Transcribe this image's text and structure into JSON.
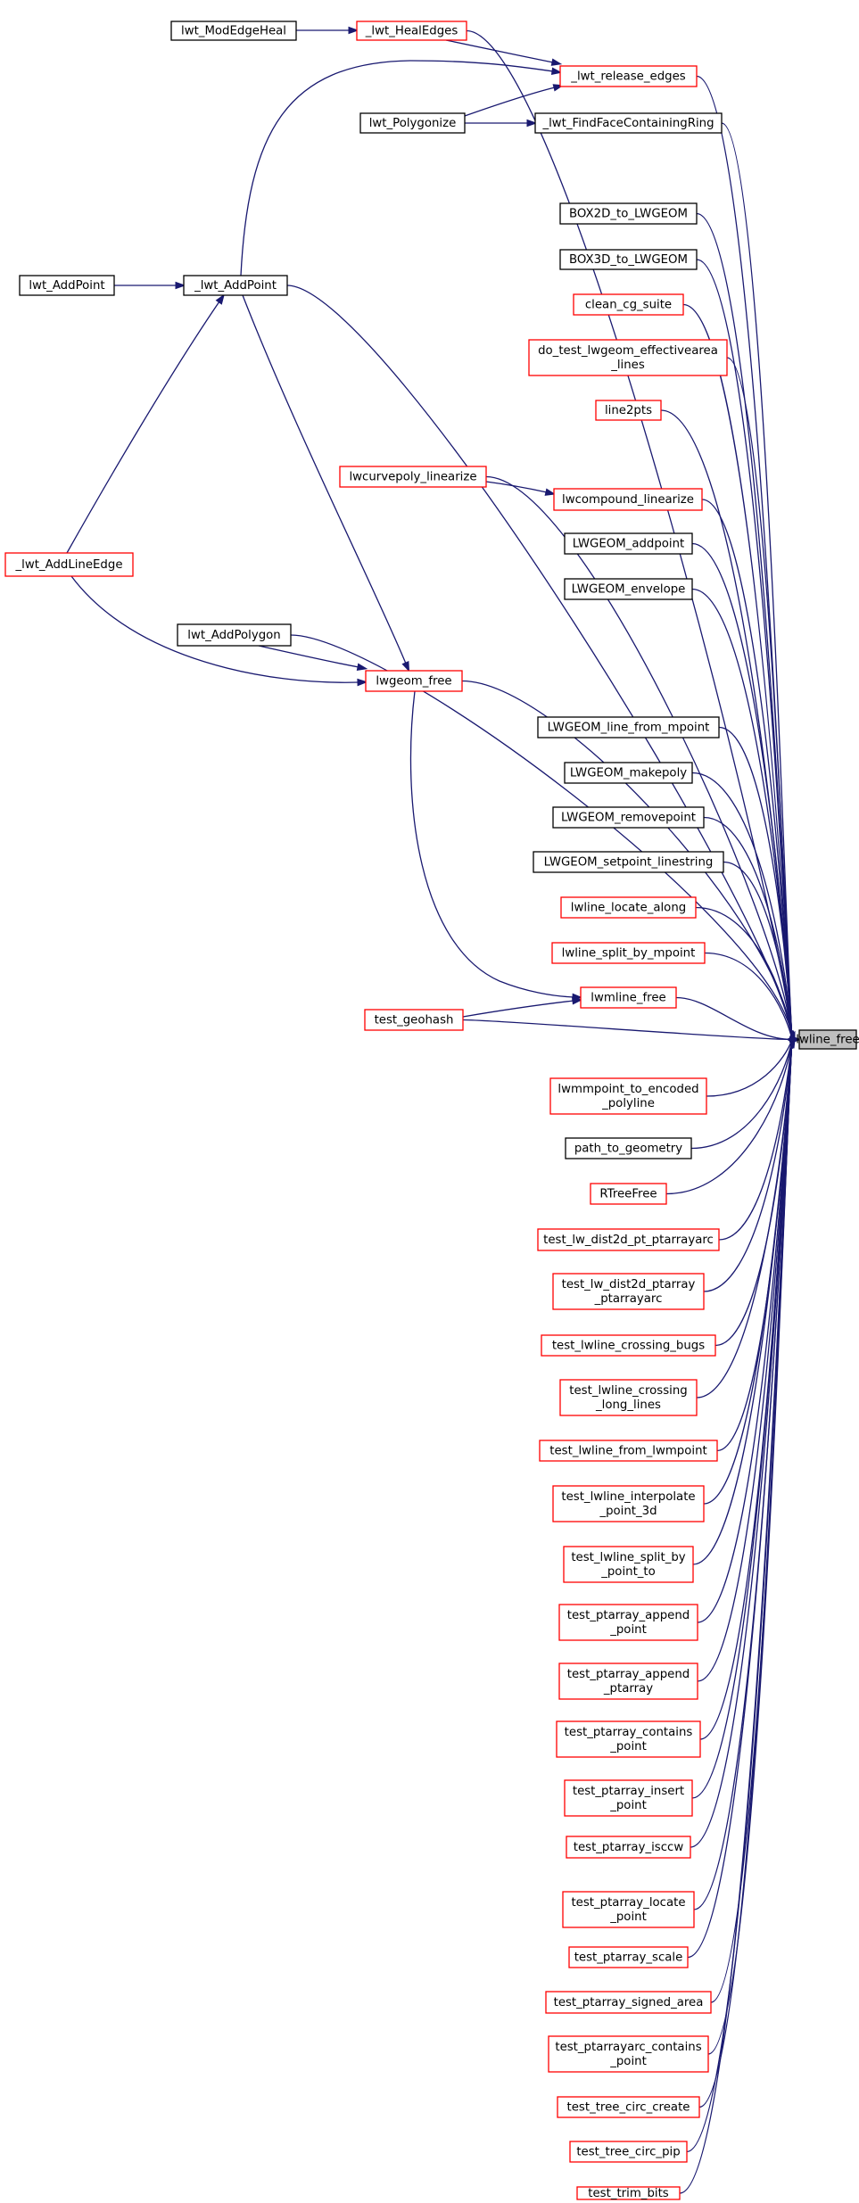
{
  "title": "lwline_free",
  "colors": {
    "edge": "#191970",
    "undocumented_border": "#ff0000",
    "documented_border": "#000000",
    "target_fill": "#bfbfbf",
    "node_fill": "#ffffff"
  },
  "nodes": [
    {
      "id": "lwline_free",
      "lines": [
        "lwline_free"
      ],
      "kind": "target"
    },
    {
      "id": "lwt_ModEdgeHeal",
      "lines": [
        "lwt_ModEdgeHeal"
      ],
      "kind": "documented"
    },
    {
      "id": "_lwt_HealEdges",
      "lines": [
        "_lwt_HealEdges"
      ],
      "kind": "undocumented"
    },
    {
      "id": "_lwt_release_edges",
      "lines": [
        "_lwt_release_edges"
      ],
      "kind": "undocumented"
    },
    {
      "id": "lwt_Polygonize",
      "lines": [
        "lwt_Polygonize"
      ],
      "kind": "documented"
    },
    {
      "id": "_lwt_FindFaceContainingRing",
      "lines": [
        "_lwt_FindFaceContainingRing"
      ],
      "kind": "documented"
    },
    {
      "id": "lwt_AddPoint",
      "lines": [
        "lwt_AddPoint"
      ],
      "kind": "documented"
    },
    {
      "id": "_lwt_AddPoint",
      "lines": [
        "_lwt_AddPoint"
      ],
      "kind": "documented"
    },
    {
      "id": "BOX2D_to_LWGEOM",
      "lines": [
        "BOX2D_to_LWGEOM"
      ],
      "kind": "documented"
    },
    {
      "id": "BOX3D_to_LWGEOM",
      "lines": [
        "BOX3D_to_LWGEOM"
      ],
      "kind": "documented"
    },
    {
      "id": "clean_cg_suite",
      "lines": [
        "clean_cg_suite"
      ],
      "kind": "undocumented"
    },
    {
      "id": "do_test_lwgeom_effectivearea_lines",
      "lines": [
        "do_test_lwgeom_effectivearea",
        "_lines"
      ],
      "kind": "undocumented"
    },
    {
      "id": "line2pts",
      "lines": [
        "line2pts"
      ],
      "kind": "undocumented"
    },
    {
      "id": "lwcurvepoly_linearize",
      "lines": [
        "lwcurvepoly_linearize"
      ],
      "kind": "undocumented"
    },
    {
      "id": "lwcompound_linearize",
      "lines": [
        "lwcompound_linearize"
      ],
      "kind": "undocumented"
    },
    {
      "id": "LWGEOM_addpoint",
      "lines": [
        "LWGEOM_addpoint"
      ],
      "kind": "documented"
    },
    {
      "id": "LWGEOM_envelope",
      "lines": [
        "LWGEOM_envelope"
      ],
      "kind": "documented"
    },
    {
      "id": "_lwt_AddLineEdge",
      "lines": [
        "_lwt_AddLineEdge"
      ],
      "kind": "undocumented"
    },
    {
      "id": "lwt_AddPolygon",
      "lines": [
        "lwt_AddPolygon"
      ],
      "kind": "documented"
    },
    {
      "id": "lwgeom_free",
      "lines": [
        "lwgeom_free"
      ],
      "kind": "undocumented"
    },
    {
      "id": "LWGEOM_line_from_mpoint",
      "lines": [
        "LWGEOM_line_from_mpoint"
      ],
      "kind": "documented"
    },
    {
      "id": "LWGEOM_makepoly",
      "lines": [
        "LWGEOM_makepoly"
      ],
      "kind": "documented"
    },
    {
      "id": "LWGEOM_removepoint",
      "lines": [
        "LWGEOM_removepoint"
      ],
      "kind": "documented"
    },
    {
      "id": "LWGEOM_setpoint_linestring",
      "lines": [
        "LWGEOM_setpoint_linestring"
      ],
      "kind": "documented"
    },
    {
      "id": "lwline_locate_along",
      "lines": [
        "lwline_locate_along"
      ],
      "kind": "undocumented"
    },
    {
      "id": "lwline_split_by_mpoint",
      "lines": [
        "lwline_split_by_mpoint"
      ],
      "kind": "undocumented"
    },
    {
      "id": "lwmline_free",
      "lines": [
        "lwmline_free"
      ],
      "kind": "undocumented"
    },
    {
      "id": "test_geohash",
      "lines": [
        "test_geohash"
      ],
      "kind": "undocumented"
    },
    {
      "id": "lwmmpoint_to_encoded_polyline",
      "lines": [
        "lwmmpoint_to_encoded",
        "_polyline"
      ],
      "kind": "undocumented"
    },
    {
      "id": "path_to_geometry",
      "lines": [
        "path_to_geometry"
      ],
      "kind": "documented"
    },
    {
      "id": "RTreeFree",
      "lines": [
        "RTreeFree"
      ],
      "kind": "undocumented"
    },
    {
      "id": "test_lw_dist2d_pt_ptarrayarc",
      "lines": [
        "test_lw_dist2d_pt_ptarrayarc"
      ],
      "kind": "undocumented"
    },
    {
      "id": "test_lw_dist2d_ptarray_ptarrayarc",
      "lines": [
        "test_lw_dist2d_ptarray",
        "_ptarrayarc"
      ],
      "kind": "undocumented"
    },
    {
      "id": "test_lwline_crossing_bugs",
      "lines": [
        "test_lwline_crossing_bugs"
      ],
      "kind": "undocumented"
    },
    {
      "id": "test_lwline_crossing_long_lines",
      "lines": [
        "test_lwline_crossing",
        "_long_lines"
      ],
      "kind": "undocumented"
    },
    {
      "id": "test_lwline_from_lwmpoint",
      "lines": [
        "test_lwline_from_lwmpoint"
      ],
      "kind": "undocumented"
    },
    {
      "id": "test_lwline_interpolate_point_3d",
      "lines": [
        "test_lwline_interpolate",
        "_point_3d"
      ],
      "kind": "undocumented"
    },
    {
      "id": "test_lwline_split_by_point_to",
      "lines": [
        "test_lwline_split_by",
        "_point_to"
      ],
      "kind": "undocumented"
    },
    {
      "id": "test_ptarray_append_point",
      "lines": [
        "test_ptarray_append",
        "_point"
      ],
      "kind": "undocumented"
    },
    {
      "id": "test_ptarray_append_ptarray",
      "lines": [
        "test_ptarray_append",
        "_ptarray"
      ],
      "kind": "undocumented"
    },
    {
      "id": "test_ptarray_contains_point",
      "lines": [
        "test_ptarray_contains",
        "_point"
      ],
      "kind": "undocumented"
    },
    {
      "id": "test_ptarray_insert_point",
      "lines": [
        "test_ptarray_insert",
        "_point"
      ],
      "kind": "undocumented"
    },
    {
      "id": "test_ptarray_isccw",
      "lines": [
        "test_ptarray_isccw"
      ],
      "kind": "undocumented"
    },
    {
      "id": "test_ptarray_locate_point",
      "lines": [
        "test_ptarray_locate",
        "_point"
      ],
      "kind": "undocumented"
    },
    {
      "id": "test_ptarray_scale",
      "lines": [
        "test_ptarray_scale"
      ],
      "kind": "undocumented"
    },
    {
      "id": "test_ptarray_signed_area",
      "lines": [
        "test_ptarray_signed_area"
      ],
      "kind": "undocumented"
    },
    {
      "id": "test_ptarrayarc_contains_point",
      "lines": [
        "test_ptarrayarc_contains",
        "_point"
      ],
      "kind": "undocumented"
    },
    {
      "id": "test_tree_circ_create",
      "lines": [
        "test_tree_circ_create"
      ],
      "kind": "undocumented"
    },
    {
      "id": "test_tree_circ_pip",
      "lines": [
        "test_tree_circ_pip"
      ],
      "kind": "undocumented"
    },
    {
      "id": "test_trim_bits",
      "lines": [
        "test_trim_bits"
      ],
      "kind": "undocumented"
    }
  ],
  "edges": [
    {
      "from": "lwt_ModEdgeHeal",
      "to": "_lwt_HealEdges"
    },
    {
      "from": "_lwt_HealEdges",
      "to": "_lwt_release_edges"
    },
    {
      "from": "_lwt_HealEdges",
      "to": "lwline_free"
    },
    {
      "from": "lwt_Polygonize",
      "to": "_lwt_release_edges"
    },
    {
      "from": "lwt_Polygonize",
      "to": "_lwt_FindFaceContainingRing"
    },
    {
      "from": "_lwt_FindFaceContainingRing",
      "to": "lwline_free"
    },
    {
      "from": "_lwt_release_edges",
      "to": "lwline_free"
    },
    {
      "from": "_lwt_AddPoint",
      "to": "_lwt_release_edges"
    },
    {
      "from": "_lwt_AddPoint",
      "to": "lwline_free"
    },
    {
      "from": "_lwt_AddPoint",
      "to": "lwgeom_free"
    },
    {
      "from": "lwt_AddPoint",
      "to": "_lwt_AddPoint"
    },
    {
      "from": "_lwt_AddLineEdge",
      "to": "_lwt_AddPoint"
    },
    {
      "from": "_lwt_AddLineEdge",
      "to": "lwgeom_free"
    },
    {
      "from": "BOX2D_to_LWGEOM",
      "to": "lwline_free"
    },
    {
      "from": "BOX3D_to_LWGEOM",
      "to": "lwline_free"
    },
    {
      "from": "clean_cg_suite",
      "to": "lwline_free"
    },
    {
      "from": "do_test_lwgeom_effectivearea_lines",
      "to": "lwline_free"
    },
    {
      "from": "line2pts",
      "to": "lwline_free"
    },
    {
      "from": "lwcurvepoly_linearize",
      "to": "lwcompound_linearize"
    },
    {
      "from": "lwcurvepoly_linearize",
      "to": "lwline_free"
    },
    {
      "from": "lwcompound_linearize",
      "to": "lwline_free"
    },
    {
      "from": "LWGEOM_addpoint",
      "to": "lwline_free"
    },
    {
      "from": "LWGEOM_envelope",
      "to": "lwline_free"
    },
    {
      "from": "lwt_AddPolygon",
      "to": "lwline_free"
    },
    {
      "from": "lwt_AddPolygon",
      "to": "lwgeom_free"
    },
    {
      "from": "lwgeom_free",
      "to": "lwline_free"
    },
    {
      "from": "lwgeom_free",
      "to": "lwmline_free"
    },
    {
      "from": "LWGEOM_line_from_mpoint",
      "to": "lwline_free"
    },
    {
      "from": "LWGEOM_makepoly",
      "to": "lwline_free"
    },
    {
      "from": "LWGEOM_removepoint",
      "to": "lwline_free"
    },
    {
      "from": "LWGEOM_setpoint_linestring",
      "to": "lwline_free"
    },
    {
      "from": "lwline_locate_along",
      "to": "lwline_free"
    },
    {
      "from": "lwline_split_by_mpoint",
      "to": "lwline_free"
    },
    {
      "from": "lwmline_free",
      "to": "lwline_free"
    },
    {
      "from": "test_geohash",
      "to": "lwmline_free"
    },
    {
      "from": "test_geohash",
      "to": "lwline_free"
    },
    {
      "from": "lwmmpoint_to_encoded_polyline",
      "to": "lwline_free"
    },
    {
      "from": "path_to_geometry",
      "to": "lwline_free"
    },
    {
      "from": "RTreeFree",
      "to": "lwline_free"
    },
    {
      "from": "test_lw_dist2d_pt_ptarrayarc",
      "to": "lwline_free"
    },
    {
      "from": "test_lw_dist2d_ptarray_ptarrayarc",
      "to": "lwline_free"
    },
    {
      "from": "test_lwline_crossing_bugs",
      "to": "lwline_free"
    },
    {
      "from": "test_lwline_crossing_long_lines",
      "to": "lwline_free"
    },
    {
      "from": "test_lwline_from_lwmpoint",
      "to": "lwline_free"
    },
    {
      "from": "test_lwline_interpolate_point_3d",
      "to": "lwline_free"
    },
    {
      "from": "test_lwline_split_by_point_to",
      "to": "lwline_free"
    },
    {
      "from": "test_ptarray_append_point",
      "to": "lwline_free"
    },
    {
      "from": "test_ptarray_append_ptarray",
      "to": "lwline_free"
    },
    {
      "from": "test_ptarray_contains_point",
      "to": "lwline_free"
    },
    {
      "from": "test_ptarray_insert_point",
      "to": "lwline_free"
    },
    {
      "from": "test_ptarray_isccw",
      "to": "lwline_free"
    },
    {
      "from": "test_ptarray_locate_point",
      "to": "lwline_free"
    },
    {
      "from": "test_ptarray_scale",
      "to": "lwline_free"
    },
    {
      "from": "test_ptarray_signed_area",
      "to": "lwline_free"
    },
    {
      "from": "test_ptarrayarc_contains_point",
      "to": "lwline_free"
    },
    {
      "from": "test_tree_circ_create",
      "to": "lwline_free"
    },
    {
      "from": "test_tree_circ_pip",
      "to": "lwline_free"
    },
    {
      "from": "test_trim_bits",
      "to": "lwline_free"
    }
  ]
}
